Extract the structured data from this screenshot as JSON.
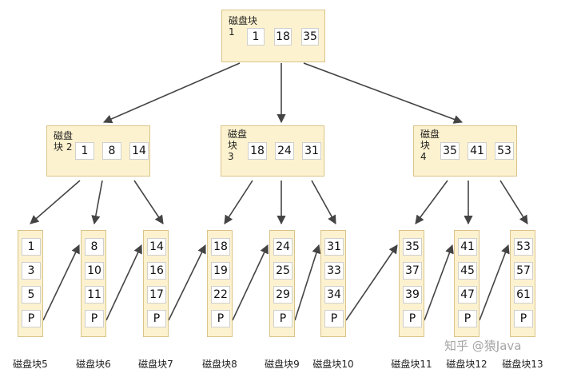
{
  "diagram": {
    "root": {
      "label": "磁盘块\n1",
      "keys": [
        "1",
        "18",
        "35"
      ]
    },
    "internal": [
      {
        "label": "磁盘\n块 2",
        "keys": [
          "1",
          "8",
          "14"
        ]
      },
      {
        "label": "磁盘\n块\n3",
        "keys": [
          "18",
          "24",
          "31"
        ]
      },
      {
        "label": "磁盘\n块\n4",
        "keys": [
          "35",
          "41",
          "53"
        ]
      }
    ],
    "leaves": [
      {
        "caption": "磁盘块5",
        "keys": [
          "1",
          "3",
          "5",
          "P"
        ]
      },
      {
        "caption": "磁盘块6",
        "keys": [
          "8",
          "10",
          "11",
          "P"
        ]
      },
      {
        "caption": "磁盘块7",
        "keys": [
          "14",
          "16",
          "17",
          "P"
        ]
      },
      {
        "caption": "磁盘块8",
        "keys": [
          "18",
          "19",
          "22",
          "P"
        ]
      },
      {
        "caption": "磁盘块9",
        "keys": [
          "24",
          "25",
          "29",
          "P"
        ]
      },
      {
        "caption": "磁盘块10",
        "keys": [
          "31",
          "33",
          "34",
          "P"
        ]
      },
      {
        "caption": "磁盘块11",
        "keys": [
          "35",
          "37",
          "39",
          "P"
        ]
      },
      {
        "caption": "磁盘块12",
        "keys": [
          "41",
          "45",
          "47",
          "P"
        ]
      },
      {
        "caption": "磁盘块13",
        "keys": [
          "53",
          "57",
          "61",
          "P"
        ]
      }
    ],
    "watermark": "知乎 @猿Java"
  },
  "colors": {
    "node_fill": "#fdf2cf",
    "node_border": "#d9c48a",
    "key_fill": "#ffffff",
    "arrow": "#444444"
  }
}
